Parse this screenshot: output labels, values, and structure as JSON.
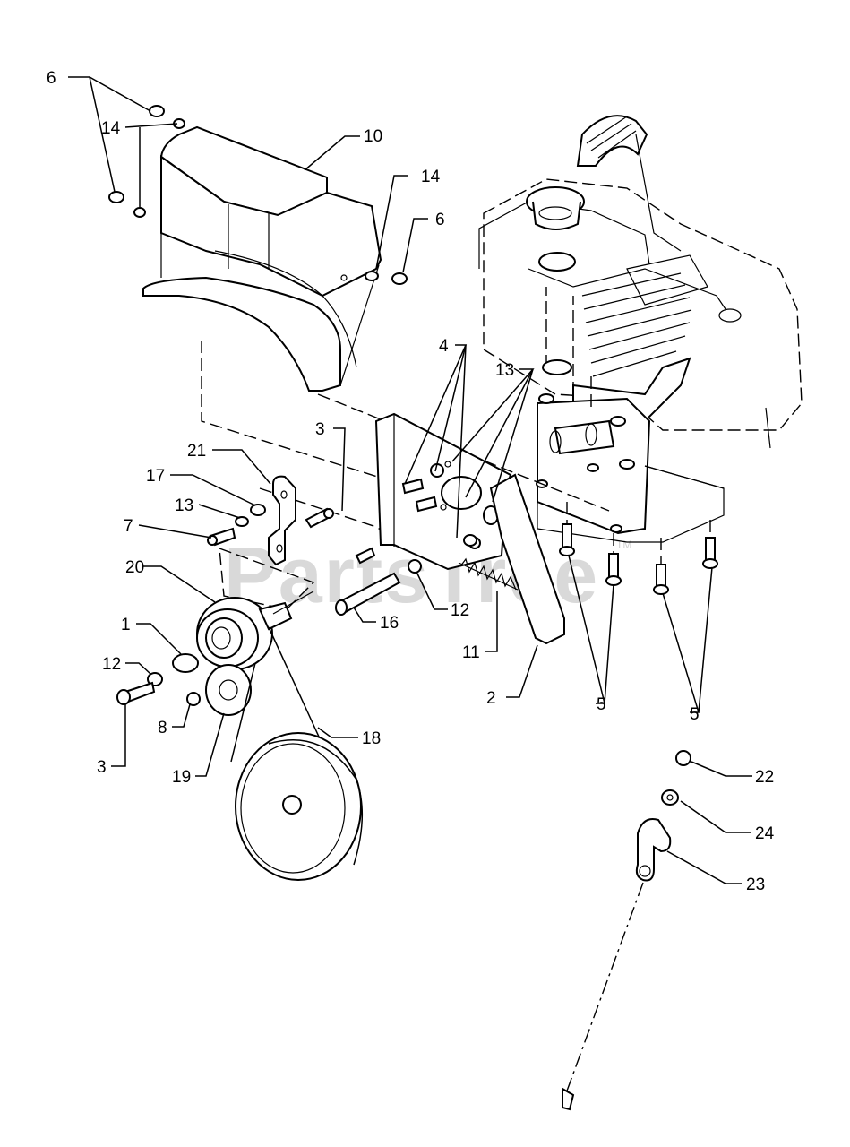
{
  "watermark": {
    "text": "PartsTree",
    "tm": "TM"
  },
  "callouts": {
    "c6a": "6",
    "c14a": "14",
    "c10": "10",
    "c14b": "14",
    "c6b": "6",
    "c4": "4",
    "c13a": "13",
    "c3a": "3",
    "c21": "21",
    "c17": "17",
    "c13b": "13",
    "c7": "7",
    "c20": "20",
    "c1": "1",
    "c12a": "12",
    "c8": "8",
    "c3b": "3",
    "c19": "19",
    "c18": "18",
    "c16": "16",
    "c12b": "12",
    "c11": "11",
    "c2": "2",
    "c5a": "5",
    "c5b": "5",
    "c22": "22",
    "c24": "24",
    "c23": "23"
  }
}
